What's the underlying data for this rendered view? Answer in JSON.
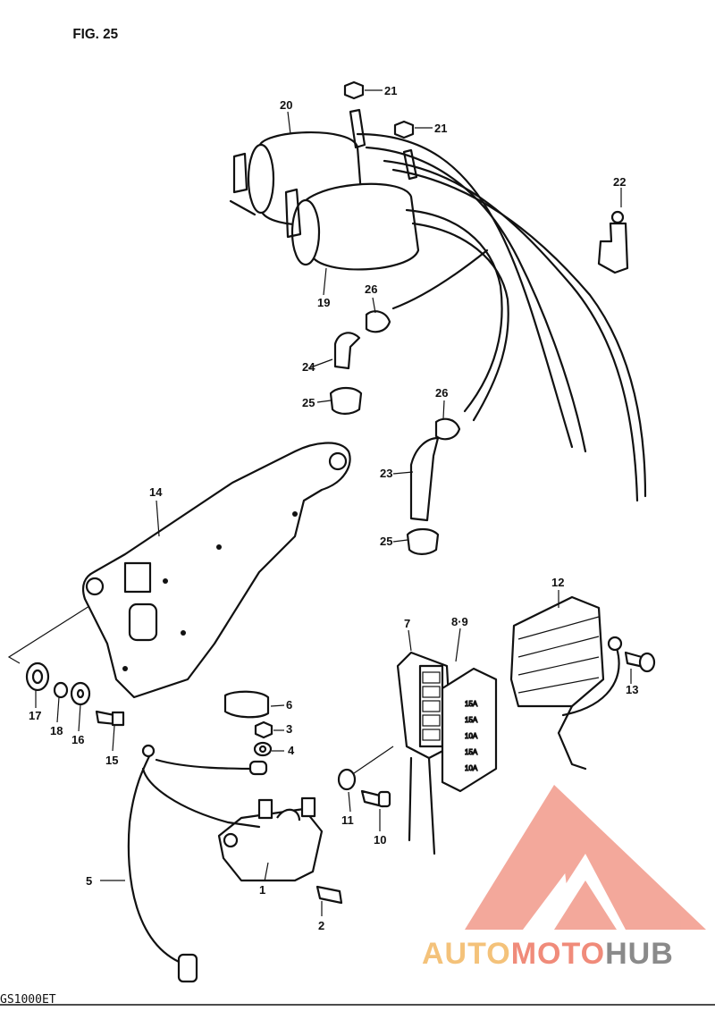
{
  "figure": {
    "title": "FIG. 25",
    "model": "GS1000ET"
  },
  "watermark": {
    "part1": "AUTO",
    "part2": "MOTO",
    "part3": "HUB",
    "colors": [
      "#f4c27a",
      "#f08b7a",
      "#8a8a8a"
    ]
  },
  "callouts": {
    "c1": "1",
    "c2": "2",
    "c3": "3",
    "c4": "4",
    "c5": "5",
    "c6": "6",
    "c7": "7",
    "c89": "8·9",
    "c10": "10",
    "c11": "11",
    "c12": "12",
    "c13": "13",
    "c14": "14",
    "c15": "15",
    "c16": "16",
    "c17": "17",
    "c18": "18",
    "c19": "19",
    "c20": "20",
    "c21a": "21",
    "c21b": "21",
    "c22": "22",
    "c23": "23",
    "c24": "24",
    "c25a": "25",
    "c25b": "25",
    "c26a": "26",
    "c26b": "26"
  },
  "fuse_box_markings": [
    "15A",
    "15A",
    "10A",
    "15A",
    "10A"
  ]
}
